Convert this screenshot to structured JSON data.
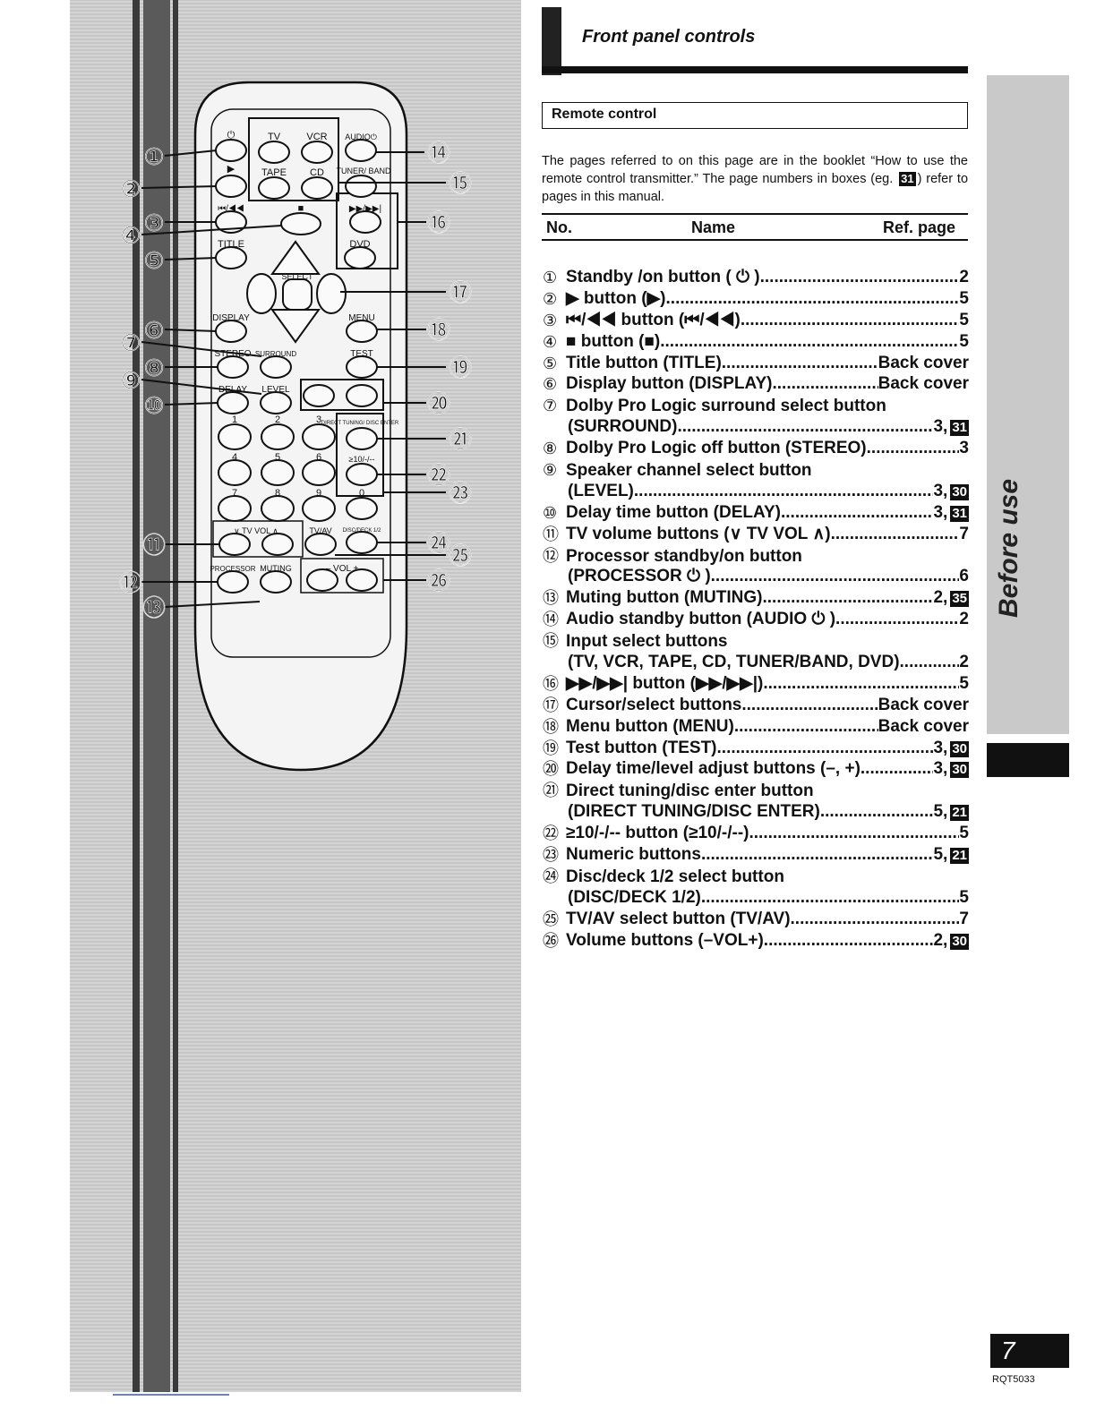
{
  "header": {
    "title": "Front panel controls"
  },
  "section": {
    "label": "Remote control"
  },
  "intro": {
    "text_a": "The pages referred to on this page are in the booklet “How to use the remote control transmitter.” The page numbers in boxes (eg.",
    "box": "31",
    "text_b": ") refer to pages in this manual."
  },
  "table_header": {
    "no": "No.",
    "name": "Name",
    "ref": "Ref. page"
  },
  "items": [
    {
      "n": "①",
      "label": "Standby /on button ( ⏻ )",
      "ref": "2"
    },
    {
      "n": "②",
      "label": "▶ button (▶)",
      "ref": "5"
    },
    {
      "n": "③",
      "label": "⏮/◀◀ button (⏮/◀◀)",
      "ref": "5"
    },
    {
      "n": "④",
      "label": "■ button (■)",
      "ref": "5"
    },
    {
      "n": "⑤",
      "label": "Title button (TITLE)",
      "ref": "Back cover"
    },
    {
      "n": "⑥",
      "label": "Display button (DISPLAY)",
      "ref": "Back cover"
    },
    {
      "n": "⑦",
      "label": "Dolby Pro Logic surround select button",
      "cont": "(SURROUND)",
      "ref": "3,",
      "box": "31"
    },
    {
      "n": "⑧",
      "label": "Dolby Pro Logic off button (STEREO)",
      "ref": "3"
    },
    {
      "n": "⑨",
      "label": "Speaker channel select button",
      "cont": "(LEVEL)",
      "ref": "3,",
      "box": "30"
    },
    {
      "n": "⑩",
      "label": "Delay time button (DELAY)",
      "ref": "3,",
      "box": "31"
    },
    {
      "n": "⑪",
      "label": "TV volume buttons (∨ TV VOL ∧)",
      "ref": "7"
    },
    {
      "n": "⑫",
      "label": "Processor standby/on button",
      "cont": "(PROCESSOR ⏻ )",
      "ref": "6"
    },
    {
      "n": "⑬",
      "label": "Muting button (MUTING)",
      "ref": "2,",
      "box": "35"
    },
    {
      "n": "⑭",
      "label": "Audio standby button (AUDIO ⏻ )",
      "ref": "2"
    },
    {
      "n": "⑮",
      "label": "Input select buttons",
      "cont": "(TV, VCR, TAPE, CD, TUNER/BAND, DVD)",
      "ref": "2"
    },
    {
      "n": "⑯",
      "label": "▶▶/▶▶| button (▶▶/▶▶|)",
      "ref": "5"
    },
    {
      "n": "⑰",
      "label": "Cursor/select buttons",
      "ref": "Back cover"
    },
    {
      "n": "⑱",
      "label": "Menu button (MENU)",
      "ref": "Back cover"
    },
    {
      "n": "⑲",
      "label": "Test button (TEST)",
      "ref": "3,",
      "box": "30"
    },
    {
      "n": "⑳",
      "label": "Delay time/level adjust buttons (–, +)",
      "ref": "3,",
      "box": "30"
    },
    {
      "n": "㉑",
      "label": "Direct tuning/disc enter button",
      "cont": "(DIRECT TUNING/DISC ENTER)",
      "ref": "5,",
      "box": "21"
    },
    {
      "n": "㉒",
      "label": "≥10/-/-- button (≥10/-/--)",
      "ref": "5"
    },
    {
      "n": "㉓",
      "label": "Numeric buttons",
      "ref": "5,",
      "box": "21"
    },
    {
      "n": "㉔",
      "label": "Disc/deck 1/2 select button",
      "cont": "(DISC/DECK 1/2)",
      "ref": "5"
    },
    {
      "n": "㉕",
      "label": "TV/AV select button (TV/AV)",
      "ref": "7"
    },
    {
      "n": "㉖",
      "label": "Volume buttons (–VOL+)",
      "ref": "2,",
      "box": "30"
    }
  ],
  "remote": {
    "labels": {
      "power": "⏻",
      "tv": "TV",
      "vcr": "VCR",
      "audio": "AUDIO⏻",
      "play": "▶",
      "tape": "TAPE",
      "cd": "CD",
      "tuner": "TUNER/ BAND",
      "prev": "⏮/◀◀",
      "stop": "■",
      "next": "▶▶/▶▶|",
      "title": "TITLE",
      "dvd": "DVD",
      "select": "SELECT",
      "display": "DISPLAY",
      "menu": "MENU",
      "stereo": "STEREO",
      "surround": "SURROUND",
      "test": "TEST",
      "delay": "DELAY",
      "level": "LEVEL",
      "minus": "–",
      "plus": "+",
      "direct": "DIRECT TUNING/ DISC ENTER",
      "ten": "≥10/-/--",
      "n1": "1",
      "n2": "2",
      "n3": "3",
      "n4": "4",
      "n5": "5",
      "n6": "6",
      "n7": "7",
      "n8": "8",
      "n9": "9",
      "n0": "0",
      "tvvol": "∨ TV VOL ∧",
      "tvav": "TV/AV",
      "discdeck": "DISC/DECK 1/2",
      "processor": "PROCESSOR",
      "muting": "MUTING",
      "vol": "– VOL +"
    },
    "callouts": [
      "①",
      "②",
      "③",
      "④",
      "⑤",
      "⑥",
      "⑦",
      "⑧",
      "⑨",
      "⑩",
      "⑪",
      "⑫",
      "⑬",
      "⑭",
      "⑮",
      "⑯",
      "⑰",
      "⑱",
      "⑲",
      "⑳",
      "㉑",
      "㉒",
      "㉓",
      "㉔",
      "㉕",
      "㉖"
    ]
  },
  "side_tab": {
    "text": "Before use"
  },
  "footer": {
    "page": "7",
    "code": "RQT5033"
  }
}
